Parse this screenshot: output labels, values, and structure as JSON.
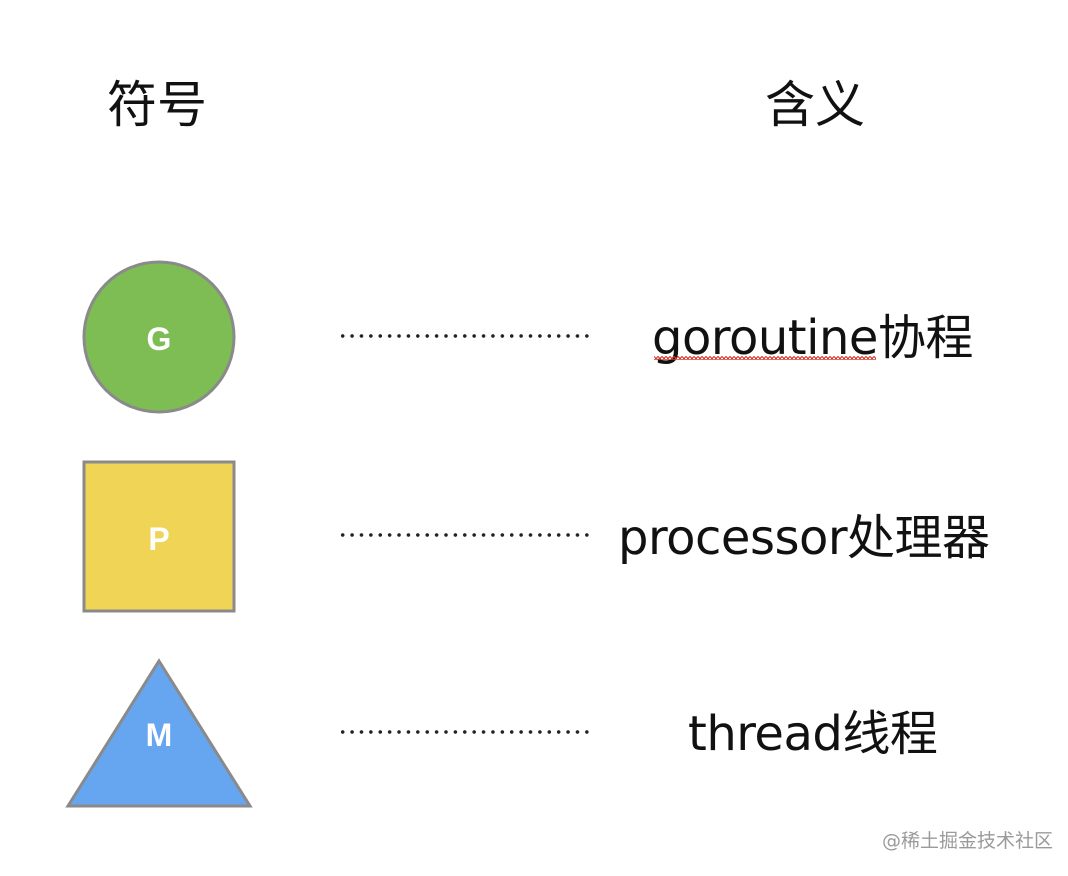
{
  "headers": {
    "symbol": "符号",
    "meaning": "含义"
  },
  "rows": [
    {
      "shape": "circle",
      "letter": "G",
      "meaning": "goroutine协程",
      "fill": "#7ebd53",
      "stroke": "#8a8a8a"
    },
    {
      "shape": "square",
      "letter": "P",
      "meaning": "processor处理器",
      "fill": "#f0d455",
      "stroke": "#8a8a8a"
    },
    {
      "shape": "triangle",
      "letter": "M",
      "meaning": "thread线程",
      "fill": "#66a6f1",
      "stroke": "#8a8a8a"
    }
  ],
  "watermark": "@稀土掘金技术社区"
}
